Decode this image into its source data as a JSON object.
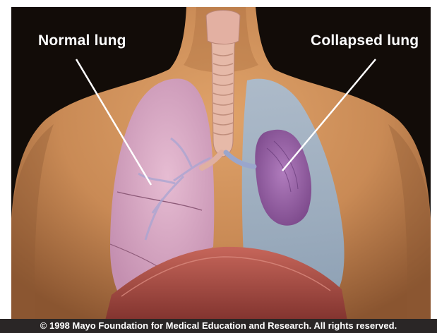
{
  "labels": {
    "normal": "Normal lung",
    "collapsed": "Collapsed lung"
  },
  "copyright": "© 1998 Mayo Foundation for Medical Education and Research. All rights reserved.",
  "colors": {
    "background": "#120c08",
    "skin": "#c98a55",
    "normal_lung": "#d7a6c0",
    "collapsed_lung": "#9c6aa8",
    "pleural_space": "#9cb3c8",
    "airway": "#e6b9a8",
    "diaphragm": "#b5554a"
  }
}
